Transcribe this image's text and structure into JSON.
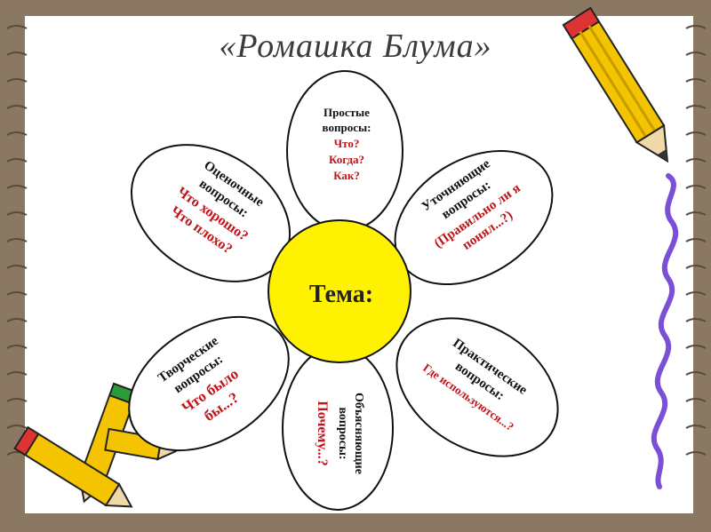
{
  "title": "«Ромашка Блума»",
  "center": "Тема:",
  "petals": {
    "top": {
      "lines": [
        "Простые",
        "вопросы:"
      ],
      "red": [
        "Что?",
        "Когда?",
        "Как?"
      ]
    },
    "tr": {
      "lines": [
        "Уточняющие",
        "вопросы:"
      ],
      "red": [
        "(Правильно ли я",
        "понял...?)"
      ]
    },
    "br": {
      "lines": [
        "Практические",
        "вопросы:"
      ],
      "red": [
        "Где используются...?"
      ]
    },
    "bottom": {
      "lines": [
        "Объясняющие",
        "вопросы:"
      ],
      "red": [
        "Почему...?"
      ]
    },
    "bl": {
      "lines": [
        "Творческие",
        "вопросы:"
      ],
      "red": [
        "Что было",
        "бы...?"
      ]
    },
    "tl": {
      "lines": [
        "Оценочные",
        "вопросы:"
      ],
      "red": [
        "Что хорошо?",
        "Что плохо?"
      ]
    }
  },
  "colors": {
    "center_fill": "#fff200",
    "text_red": "#c0141a",
    "pencil_yellow": "#f5c400",
    "squiggle": "#7b4fd6"
  }
}
